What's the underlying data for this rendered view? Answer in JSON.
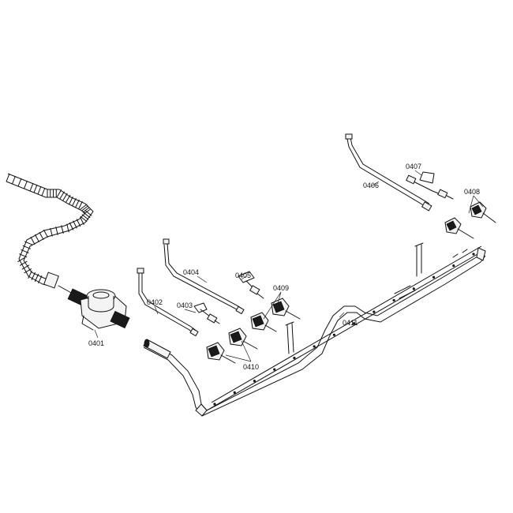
{
  "labels": {
    "p0401": "0401",
    "p0402": "0402",
    "p0403": "0403",
    "p0404": "0404",
    "p0405": "0405",
    "p0406": "0406",
    "p0407": "0407",
    "p0408": "0408",
    "p0409": "0409",
    "p0410": "0410",
    "p0411": "0411"
  }
}
